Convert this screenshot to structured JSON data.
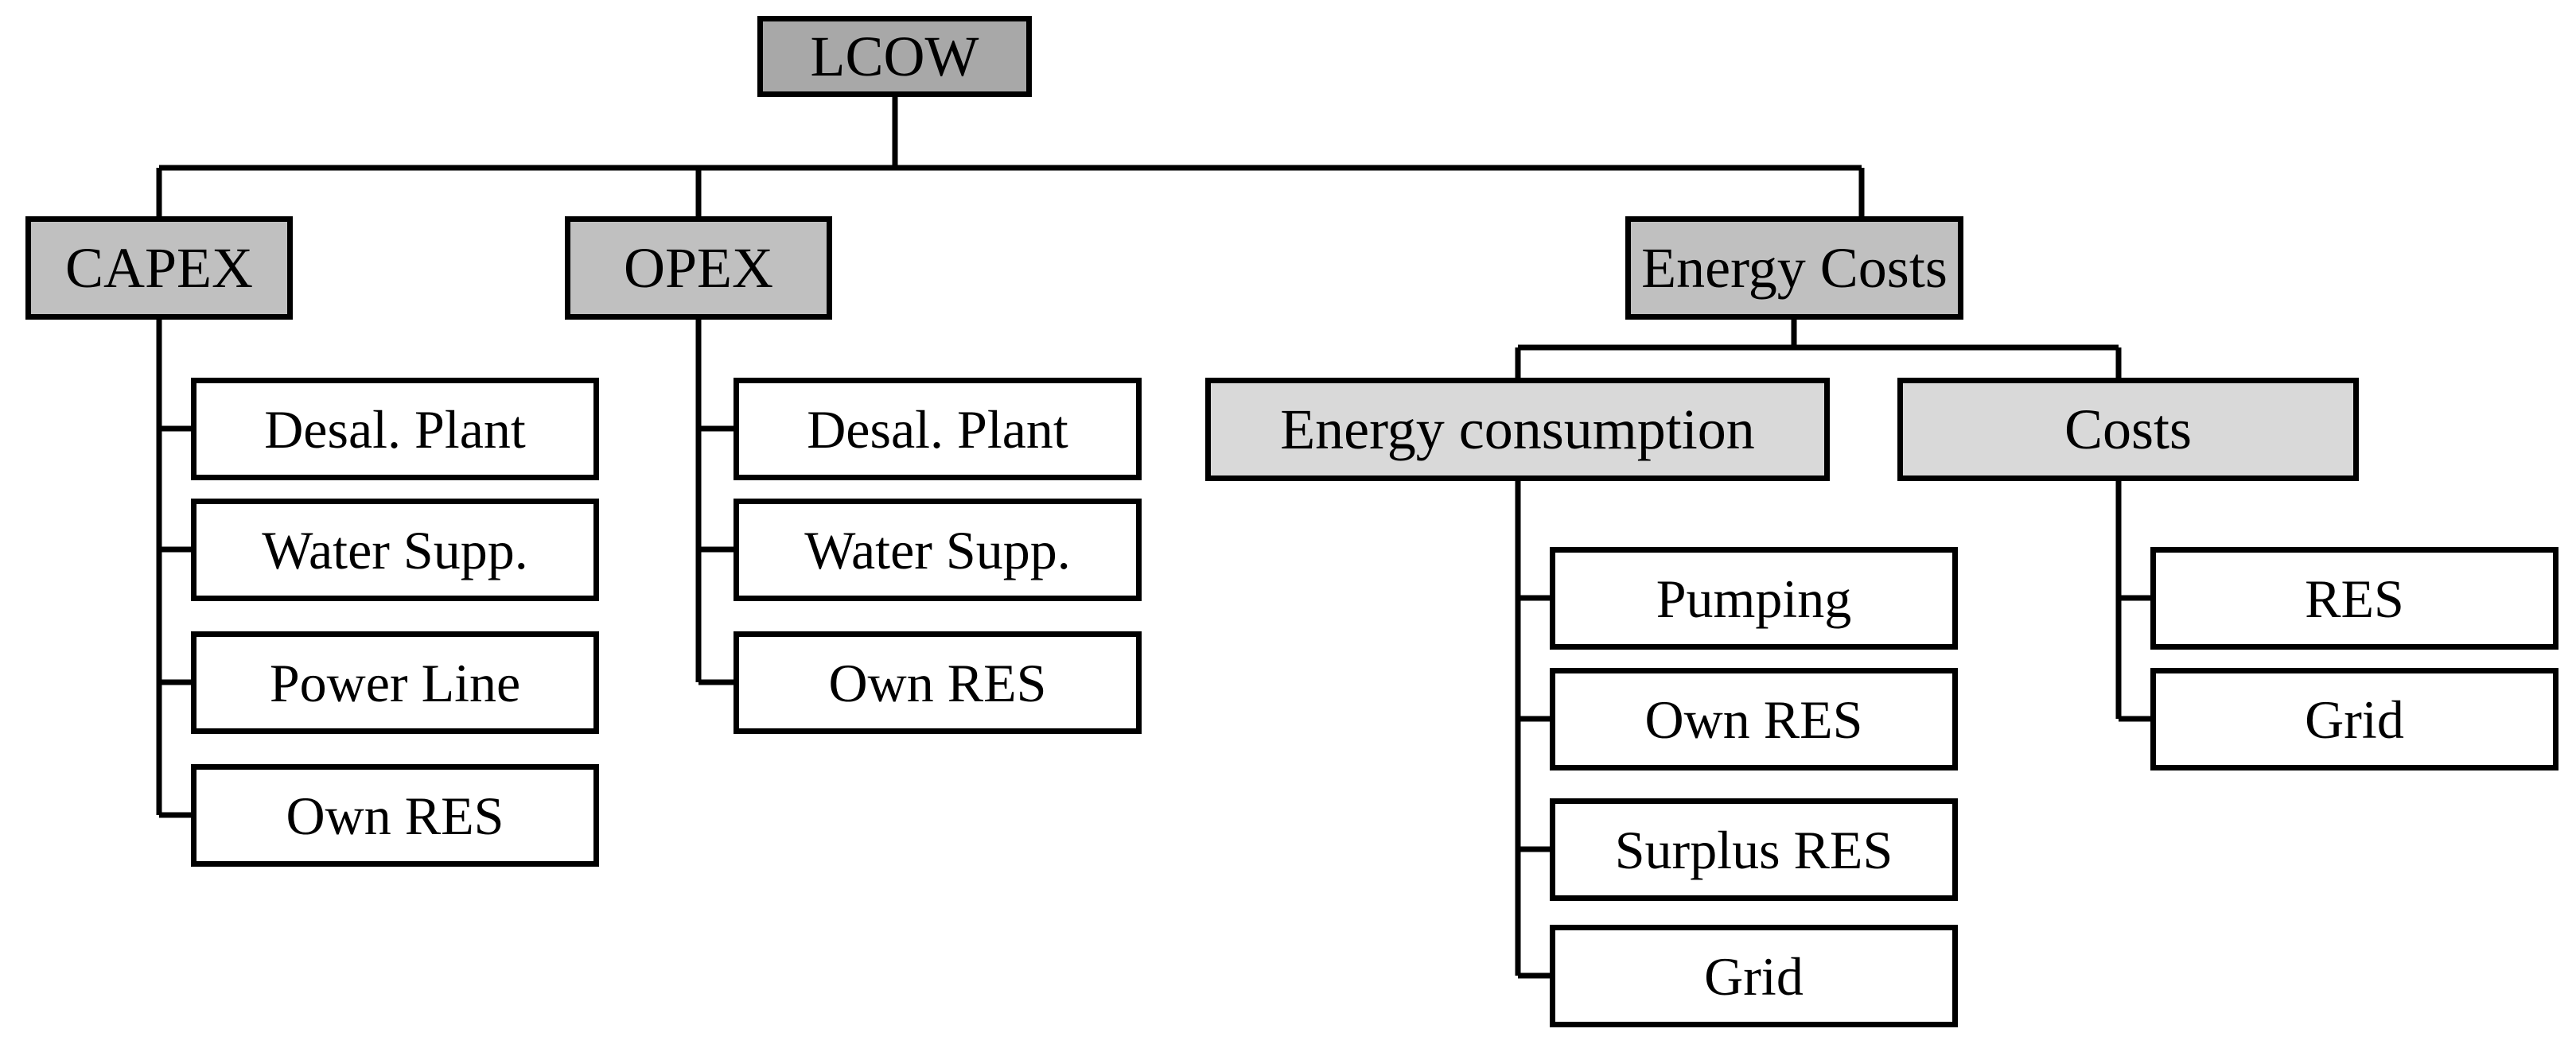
{
  "diagram": {
    "title": "LCOW cost breakdown tree",
    "type": "tree",
    "colors": {
      "root_fill": "#a8a8a8",
      "level1_fill": "#c0c0c0",
      "level2_fill": "#d9d9d9",
      "leaf_fill": "#ffffff",
      "stroke": "#000000",
      "background": "#ffffff"
    }
  },
  "nodes": {
    "root": {
      "label": "LCOW"
    },
    "capex": {
      "label": "CAPEX"
    },
    "opex": {
      "label": "OPEX"
    },
    "energy_costs": {
      "label": "Energy Costs"
    },
    "energy_consumption": {
      "label": "Energy consumption"
    },
    "costs": {
      "label": "Costs"
    }
  },
  "capex_children": [
    {
      "label": "Desal. Plant"
    },
    {
      "label": "Water Supp."
    },
    {
      "label": "Power Line"
    },
    {
      "label": "Own RES"
    }
  ],
  "opex_children": [
    {
      "label": "Desal. Plant"
    },
    {
      "label": "Water Supp."
    },
    {
      "label": "Own RES"
    }
  ],
  "energy_consumption_children": [
    {
      "label": "Pumping"
    },
    {
      "label": "Own RES"
    },
    {
      "label": "Surplus RES"
    },
    {
      "label": "Grid"
    }
  ],
  "costs_children": [
    {
      "label": "RES"
    },
    {
      "label": "Grid"
    }
  ]
}
